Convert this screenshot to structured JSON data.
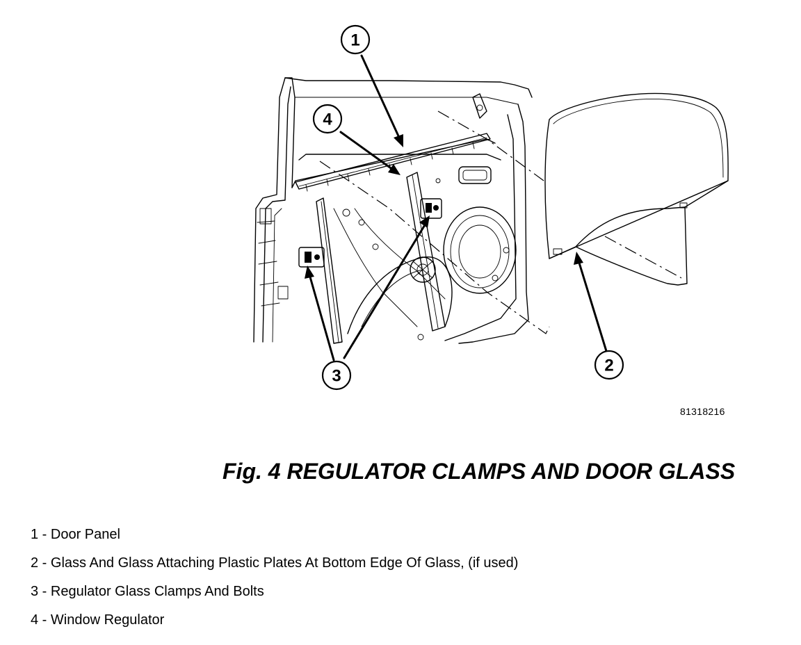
{
  "figure": {
    "image_id": "81318216",
    "title": "Fig. 4 REGULATOR CLAMPS AND DOOR GLASS"
  },
  "callouts": [
    {
      "number": "1"
    },
    {
      "number": "2"
    },
    {
      "number": "3"
    },
    {
      "number": "4"
    }
  ],
  "legend": [
    {
      "text": "1 - Door Panel"
    },
    {
      "text": "2 - Glass And Glass Attaching Plastic Plates At Bottom Edge Of Glass, (if used)"
    },
    {
      "text": "3 - Regulator Glass Clamps And Bolts"
    },
    {
      "text": "4 - Window Regulator"
    }
  ]
}
